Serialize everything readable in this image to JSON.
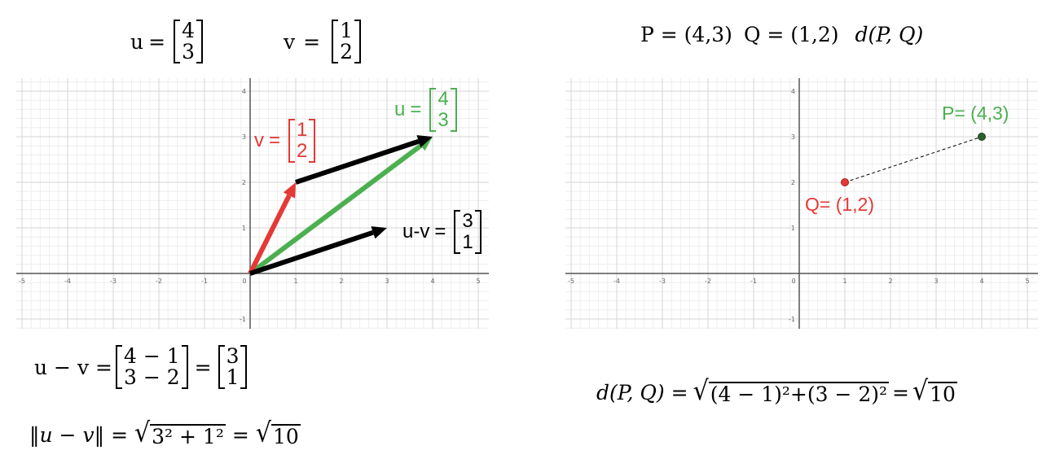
{
  "left": {
    "u_def": {
      "name": "u",
      "eq": "=",
      "mat": [
        "4",
        "3"
      ]
    },
    "v_def": {
      "name": "v",
      "eq": "=",
      "mat": [
        "1",
        "2"
      ]
    },
    "graph_labels": {
      "u_name": "u",
      "u_eq": "=",
      "u_mat": [
        "4",
        "3"
      ],
      "v_name": "v",
      "v_eq": "=",
      "v_mat": [
        "1",
        "2"
      ],
      "uv_name": "u-v",
      "uv_eq": "=",
      "uv_mat": [
        "3",
        "1"
      ]
    },
    "diff_eq": {
      "lhs": "u − v =",
      "mid": [
        "4 − 1",
        "3 − 2"
      ],
      "eq2": "=",
      "res": [
        "3",
        "1"
      ]
    },
    "norm_eq": {
      "lhs": "‖u − v‖",
      "eq1": "=",
      "radicand": "3² + 1²",
      "eq2": "=",
      "result": "10"
    }
  },
  "right": {
    "title": {
      "p": "P = (4,3)",
      "q": "Q = (1,2)",
      "d": "d(P, Q)"
    },
    "graph_labels": {
      "p_label": "P= (4,3)",
      "q_label": "Q= (1,2)"
    },
    "dist_eq": {
      "lhs": "d(P, Q) =",
      "radicand": "(4 − 1)²+(3 − 2)²",
      "eq2": "=",
      "result": "10"
    }
  },
  "colors": {
    "u": "#4caf50",
    "v": "#e53935",
    "uv": "#000000",
    "p": "#2e5e2e",
    "q": "#e53935",
    "grid_minor": "#eeeeee",
    "grid_major": "#d6d6d6"
  },
  "graph_axes": {
    "x_ticks": [
      "-5",
      "-4",
      "-3",
      "-2",
      "-1",
      "0",
      "1",
      "2",
      "3",
      "4",
      "5"
    ],
    "y_ticks": [
      "-1",
      "1",
      "2",
      "3",
      "4"
    ]
  }
}
